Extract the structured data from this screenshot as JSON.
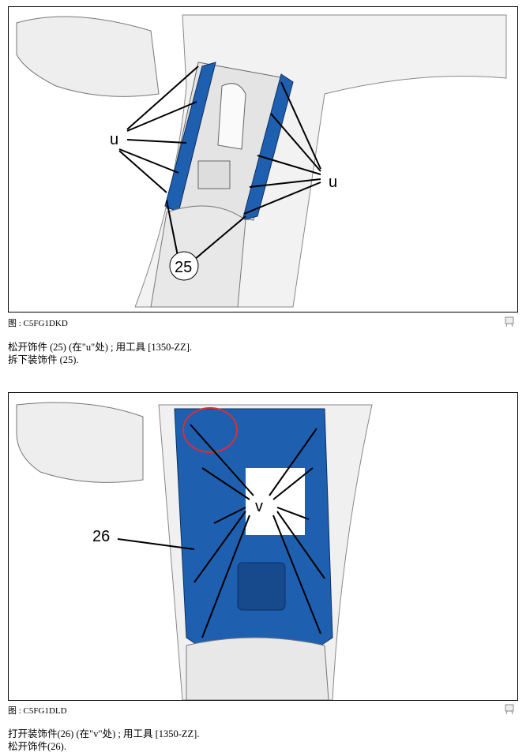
{
  "figures": [
    {
      "caption": "图 : C5FG1DKD",
      "callouts": {
        "clip": "u",
        "part": "25"
      },
      "steps": [
        "松开饰件 (25) (在\"u\"处) ; 用工具 [1350-ZZ].",
        "拆下装饰件 (25)."
      ]
    },
    {
      "caption": "图 : C5FG1DLD",
      "callouts": {
        "clip": "v",
        "part": "26"
      },
      "steps": [
        "打开装饰件(26) (在\"v\"处) ; 用工具 [1350-ZZ].",
        "松开饰件(26)."
      ]
    }
  ],
  "colors": {
    "part": "#1f5fb0",
    "annotation": "#d0323a"
  }
}
